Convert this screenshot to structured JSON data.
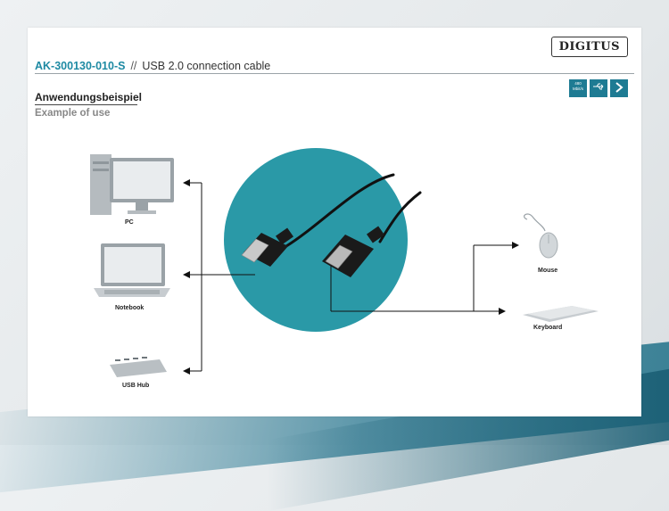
{
  "brand": {
    "logo_text": "DIGITUS"
  },
  "header": {
    "article_number": "AK-300130-010-S",
    "separator": "//",
    "product_name": "USB 2.0 connection cable"
  },
  "cert_icons": [
    {
      "name": "480-mbits-icon",
      "label": "480 Mbit/s"
    },
    {
      "name": "usb-2-icon",
      "label": "USB 2.0"
    },
    {
      "name": "plug-and-play-icon",
      "label": "Plug & Play"
    }
  ],
  "section": {
    "title_de": "Anwendungsbeispiel",
    "title_en": "Example of use"
  },
  "devices": {
    "pc": "PC",
    "notebook": "Notebook",
    "usb_hub": "USB Hub",
    "mouse": "Mouse",
    "keyboard": "Keyboard"
  },
  "colors": {
    "accent": "#1e8aa3",
    "circle": "#2a99a7",
    "device_gray": "#cfd4d7",
    "device_dark": "#8f979c"
  }
}
